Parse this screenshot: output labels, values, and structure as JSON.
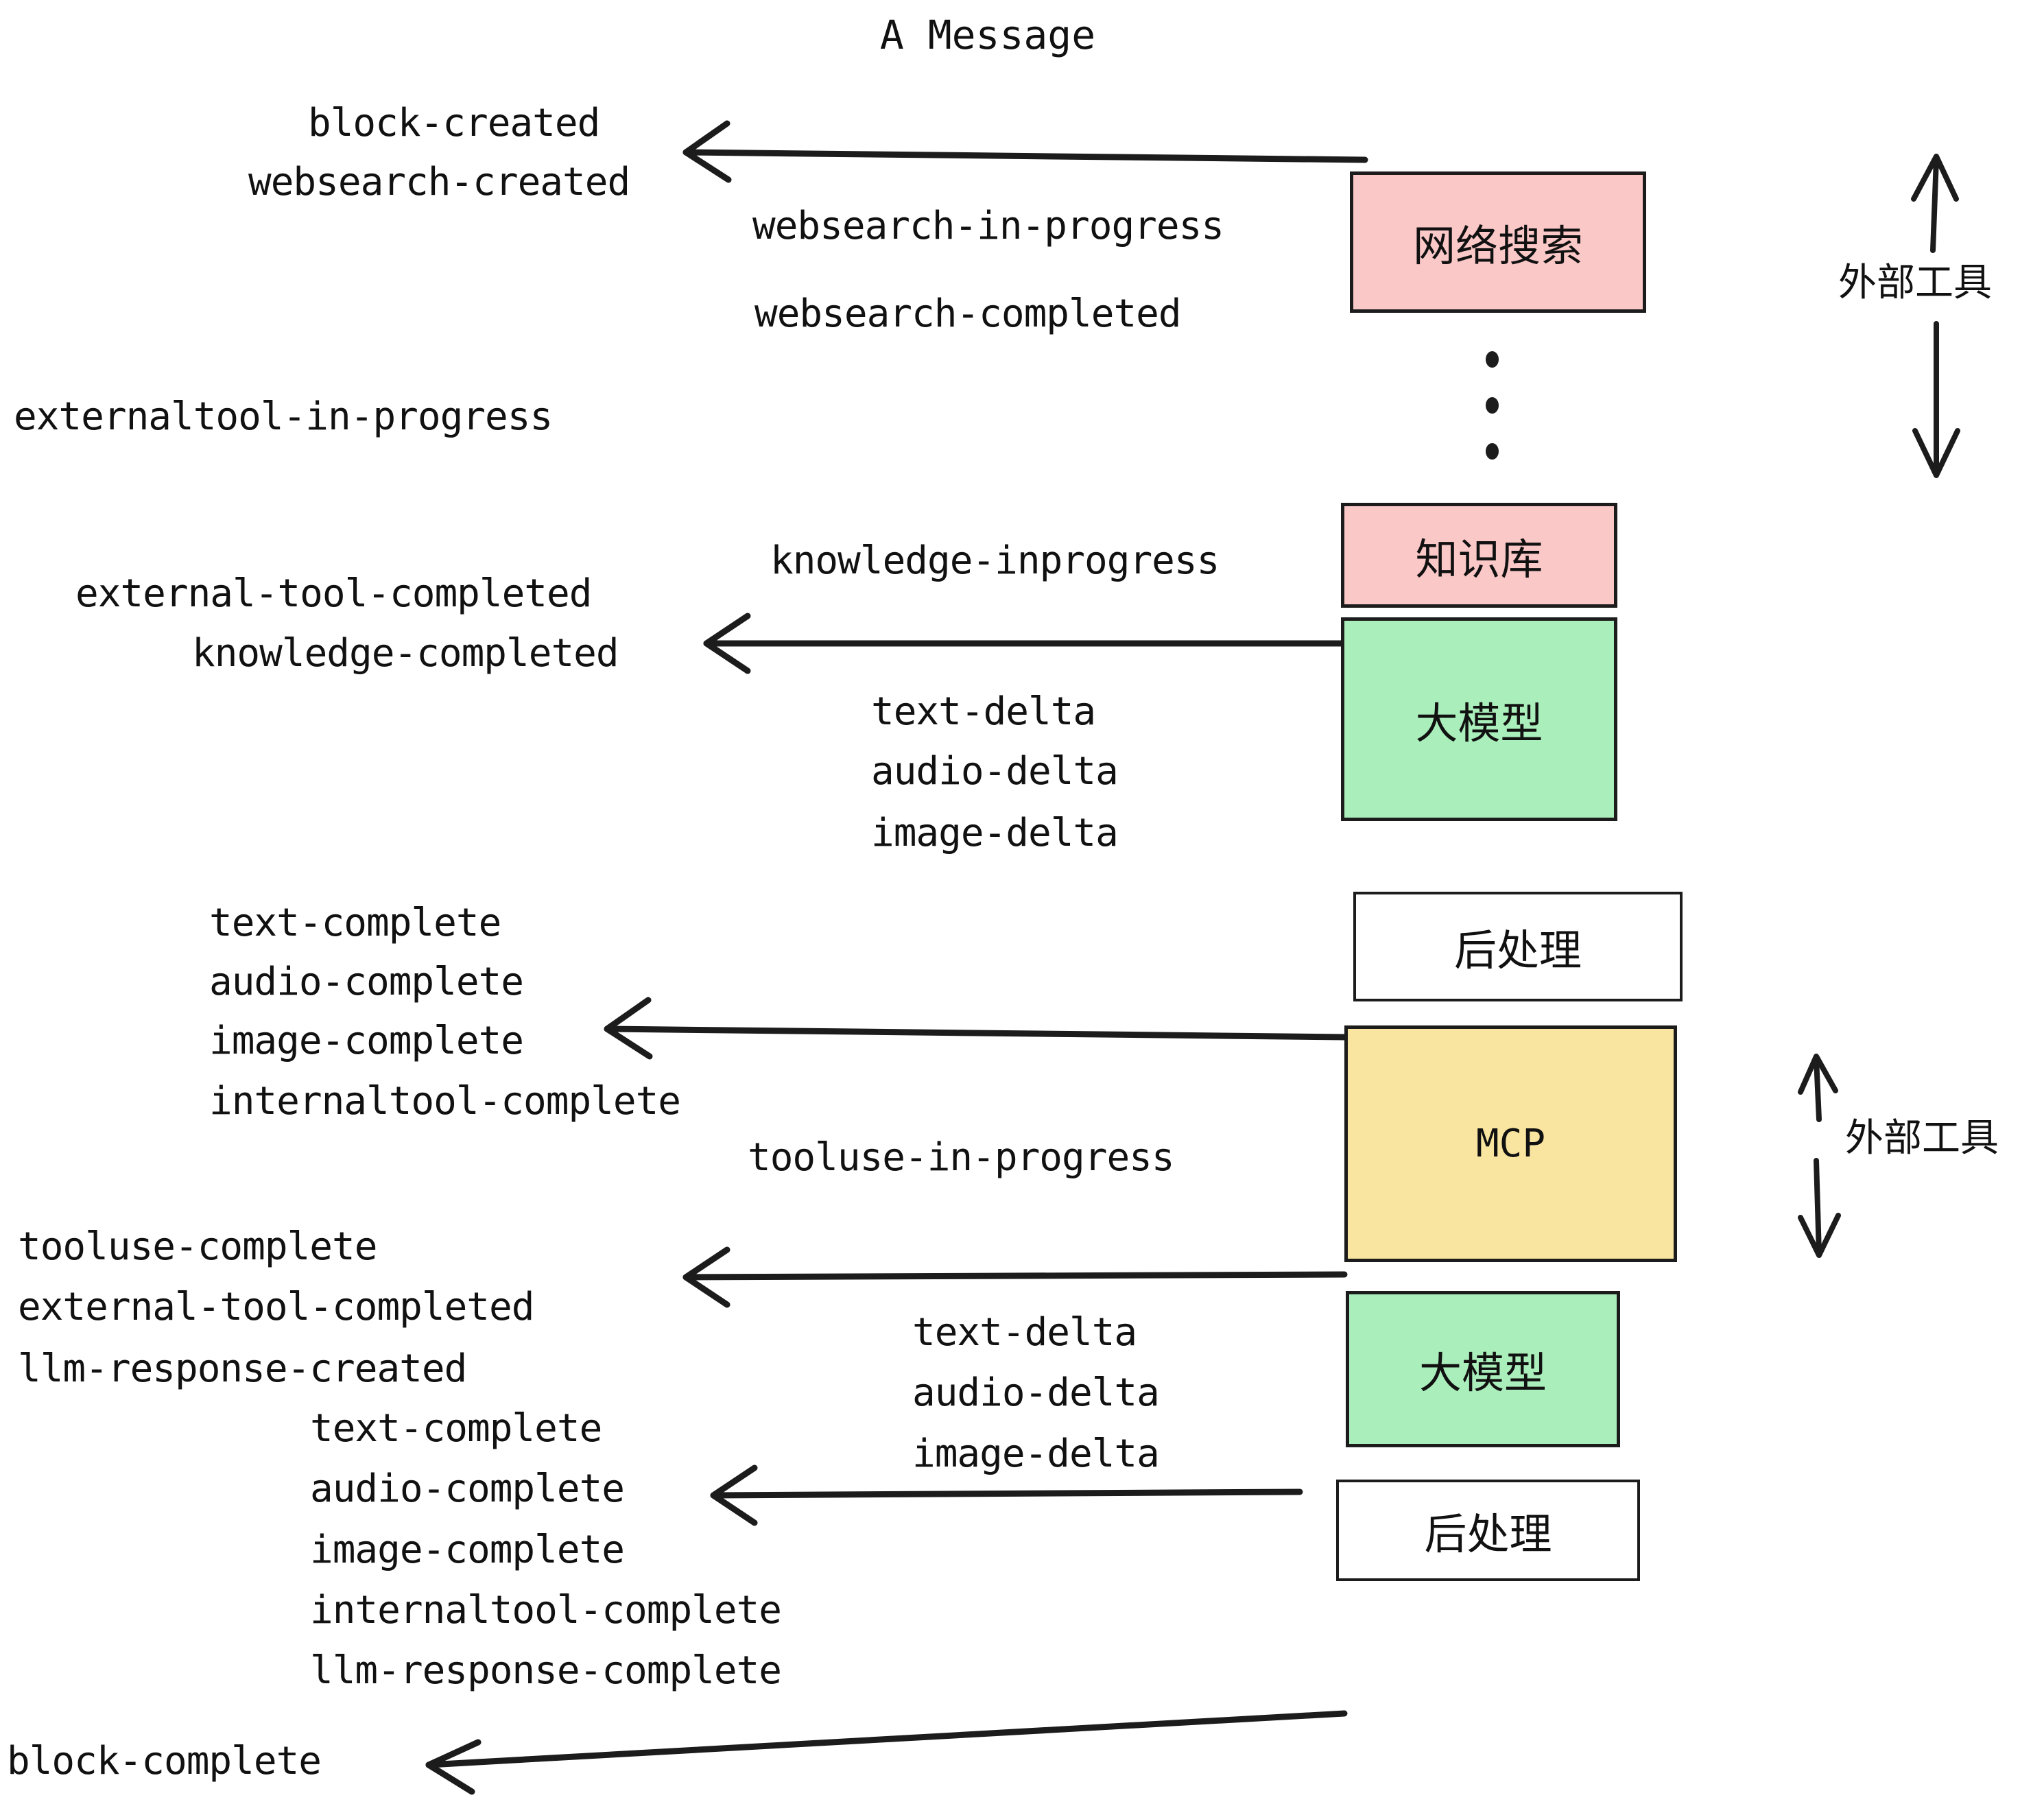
{
  "diagram": {
    "title": "A Message",
    "colors": {
      "pink": "#fbc8c8",
      "green": "#aaeebb",
      "yellow": "#fae5a0",
      "white": "#ffffff",
      "stroke": "#1c1c1c"
    },
    "nodes": [
      {
        "id": "websearch",
        "label": "网络搜索",
        "fill": "#fbc8c8",
        "mono": false
      },
      {
        "id": "knowledge",
        "label": "知识库",
        "fill": "#fbc8c8",
        "mono": false
      },
      {
        "id": "llm1",
        "label": "大模型",
        "fill": "#aaeebb",
        "mono": false
      },
      {
        "id": "post1",
        "label": "后处理",
        "fill": "#ffffff",
        "mono": false
      },
      {
        "id": "mcp",
        "label": "MCP",
        "fill": "#fae5a0",
        "mono": true
      },
      {
        "id": "llm2",
        "label": "大模型",
        "fill": "#aaeebb",
        "mono": false
      },
      {
        "id": "post2",
        "label": "后处理",
        "fill": "#ffffff",
        "mono": false
      }
    ],
    "side_labels": [
      {
        "id": "external-tool-top",
        "label": "外部工具"
      },
      {
        "id": "external-tool-bottom",
        "label": "外部工具"
      }
    ],
    "events": [
      {
        "id": "e01",
        "label": "block-created"
      },
      {
        "id": "e02",
        "label": "websearch-created"
      },
      {
        "id": "e03",
        "label": "websearch-in-progress"
      },
      {
        "id": "e04",
        "label": "websearch-completed"
      },
      {
        "id": "e05",
        "label": "externaltool-in-progress"
      },
      {
        "id": "e06",
        "label": "knowledge-inprogress"
      },
      {
        "id": "e07",
        "label": "external-tool-completed"
      },
      {
        "id": "e08",
        "label": "knowledge-completed"
      },
      {
        "id": "e09",
        "label": "text-delta"
      },
      {
        "id": "e10",
        "label": "audio-delta"
      },
      {
        "id": "e11",
        "label": "image-delta"
      },
      {
        "id": "e12",
        "label": "text-complete"
      },
      {
        "id": "e13",
        "label": "audio-complete"
      },
      {
        "id": "e14",
        "label": "image-complete"
      },
      {
        "id": "e15",
        "label": "internaltool-complete"
      },
      {
        "id": "e16",
        "label": "tooluse-in-progress"
      },
      {
        "id": "e17",
        "label": "tooluse-complete"
      },
      {
        "id": "e18",
        "label": "external-tool-completed"
      },
      {
        "id": "e19",
        "label": "llm-response-created"
      },
      {
        "id": "e20",
        "label": "text-delta"
      },
      {
        "id": "e21",
        "label": "audio-delta"
      },
      {
        "id": "e22",
        "label": "image-delta"
      },
      {
        "id": "e23",
        "label": "text-complete"
      },
      {
        "id": "e24",
        "label": "audio-complete"
      },
      {
        "id": "e25",
        "label": "image-complete"
      },
      {
        "id": "e26",
        "label": "internaltool-complete"
      },
      {
        "id": "e27",
        "label": "llm-response-complete"
      },
      {
        "id": "e28",
        "label": "block-complete"
      }
    ]
  }
}
